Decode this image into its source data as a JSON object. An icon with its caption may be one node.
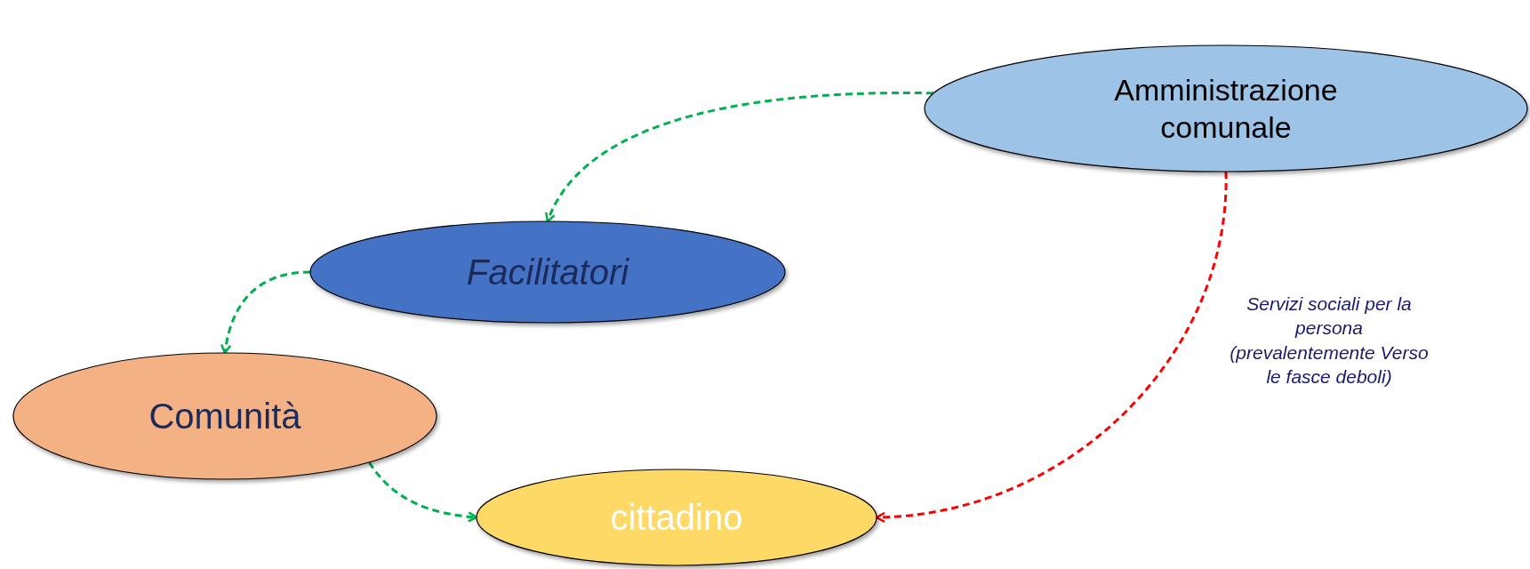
{
  "diagram": {
    "nodes": [
      {
        "text": [
          "Amministrazione comunale"
        ]
      },
      {
        "text": [
          "Facilitatori"
        ]
      },
      {
        "text": [
          "Comunità"
        ]
      },
      {
        "text": [
          "cittadino"
        ]
      }
    ],
    "edges": [
      {
        "from": 0,
        "to": 1,
        "arrow": "to",
        "style": "dashed"
      },
      {
        "from": 1,
        "to": 2,
        "arrow": "to",
        "style": "dashed"
      },
      {
        "from": 2,
        "to": 3,
        "arrow": "to",
        "style": "dashed"
      },
      {
        "from": 0,
        "to": 3,
        "arrow": "to",
        "style": "dashed",
        "color": "#ff0000",
        "label": "Servizi sociali per la persona (prevalentemente Verso le fasce deboli)"
      }
    ]
  }
}
